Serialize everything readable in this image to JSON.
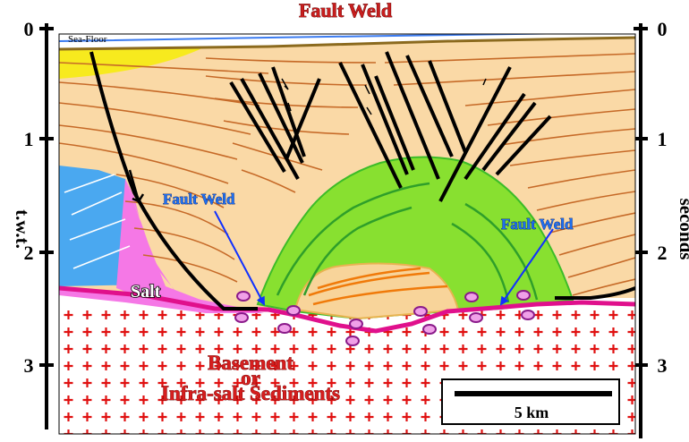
{
  "title": "Fault Weld",
  "left_axis": {
    "label": "t.w.t.",
    "ticks": [
      "0",
      "1",
      "2",
      "3"
    ]
  },
  "right_axis": {
    "label": "seconds",
    "ticks": [
      "0",
      "1",
      "2",
      "3"
    ]
  },
  "labels": {
    "sea_floor": "Sea-Floor",
    "fault_weld_left": "Fault Weld",
    "fault_weld_right": "Fault Weld",
    "salt": "Salt",
    "basement_line1": "Basement",
    "basement_line2": "or",
    "basement_line3": "Infra-salt Sediments"
  },
  "scale_bar": {
    "label": "5 km"
  },
  "colors": {
    "title": "#c81e1e",
    "sediment": "#fad9a6",
    "salt": "#f578e6",
    "salt_outline": "#e0108c",
    "green_body": "#88e030",
    "blue_block": "#4aa8f0",
    "yellow_lens": "#f7ea1e",
    "basement_cross": "#e01010",
    "fault_weld_text": "#1e6ff0"
  }
}
